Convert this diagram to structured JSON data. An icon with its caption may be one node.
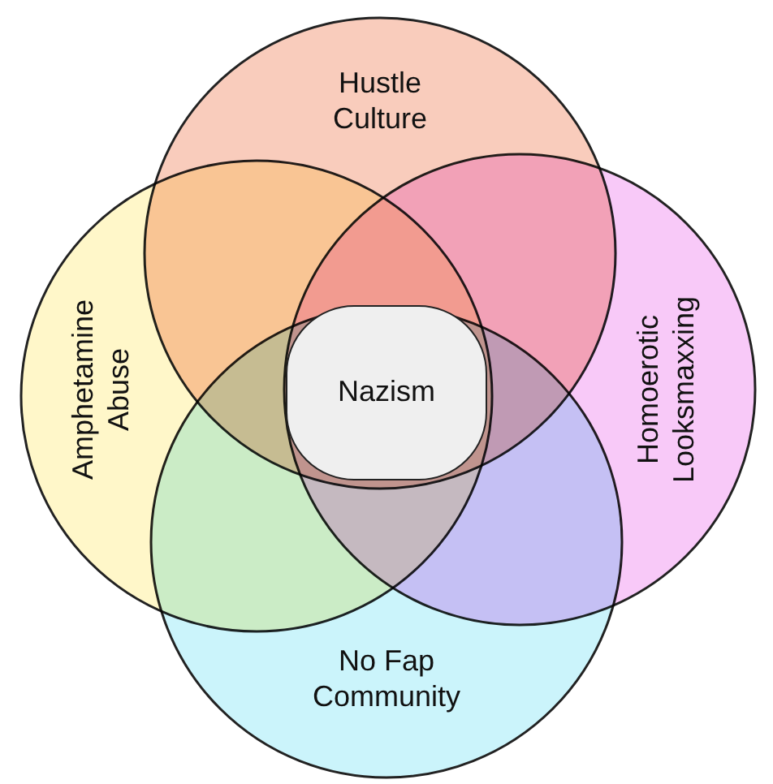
{
  "diagram": {
    "nodes": [
      {
        "text": [
          "Hustle Culture"
        ]
      },
      {
        "text": [
          "Amphetamine Abuse"
        ]
      },
      {
        "text": [
          "Nazism"
        ]
      },
      {
        "text": [
          "Homoerotic Looksmaxxing"
        ]
      },
      {
        "text": [
          "No Fap Community"
        ]
      }
    ],
    "edges": []
  }
}
